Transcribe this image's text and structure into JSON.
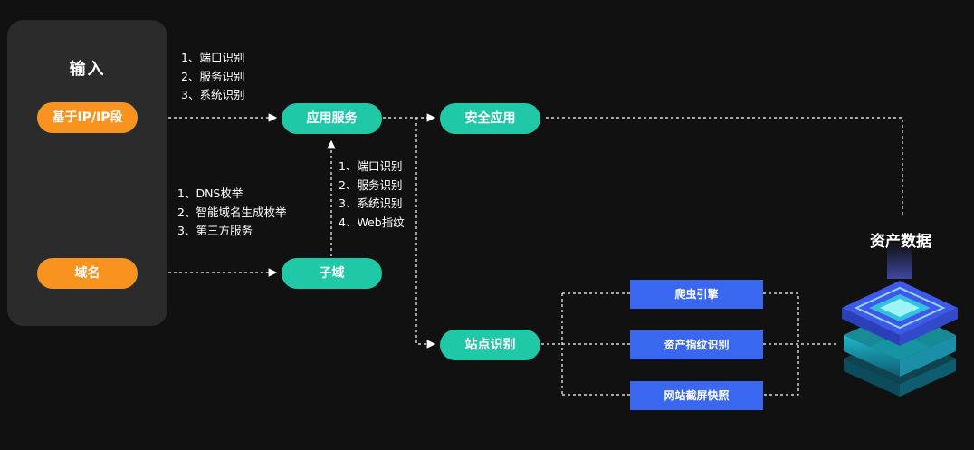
{
  "input_panel": {
    "title": "输入"
  },
  "inputs": {
    "ip": "基于IP/IP段",
    "domain": "域名"
  },
  "nodes": {
    "app_service": "应用服务",
    "security_app": "安全应用",
    "subdomain": "子域",
    "site_identify": "站点识别"
  },
  "notes": {
    "ip_steps": [
      "1、端口识别",
      "2、服务识别",
      "3、系统识别"
    ],
    "domain_steps": [
      "1、DNS枚举",
      "2、智能域名生成枚举",
      "3、第三方服务"
    ],
    "subdomain_steps": [
      "1、端口识别",
      "2、服务识别",
      "3、系统识别",
      "4、Web指纹"
    ]
  },
  "site_tools": [
    "爬虫引擎",
    "资产指纹识别",
    "网站截屏快照"
  ],
  "output": {
    "title": "资产数据"
  },
  "colors": {
    "background": "#111111",
    "panel": "#2b2b2b",
    "orange": "#f7931e",
    "teal": "#1fc9a8",
    "blue": "#3a67f0"
  }
}
